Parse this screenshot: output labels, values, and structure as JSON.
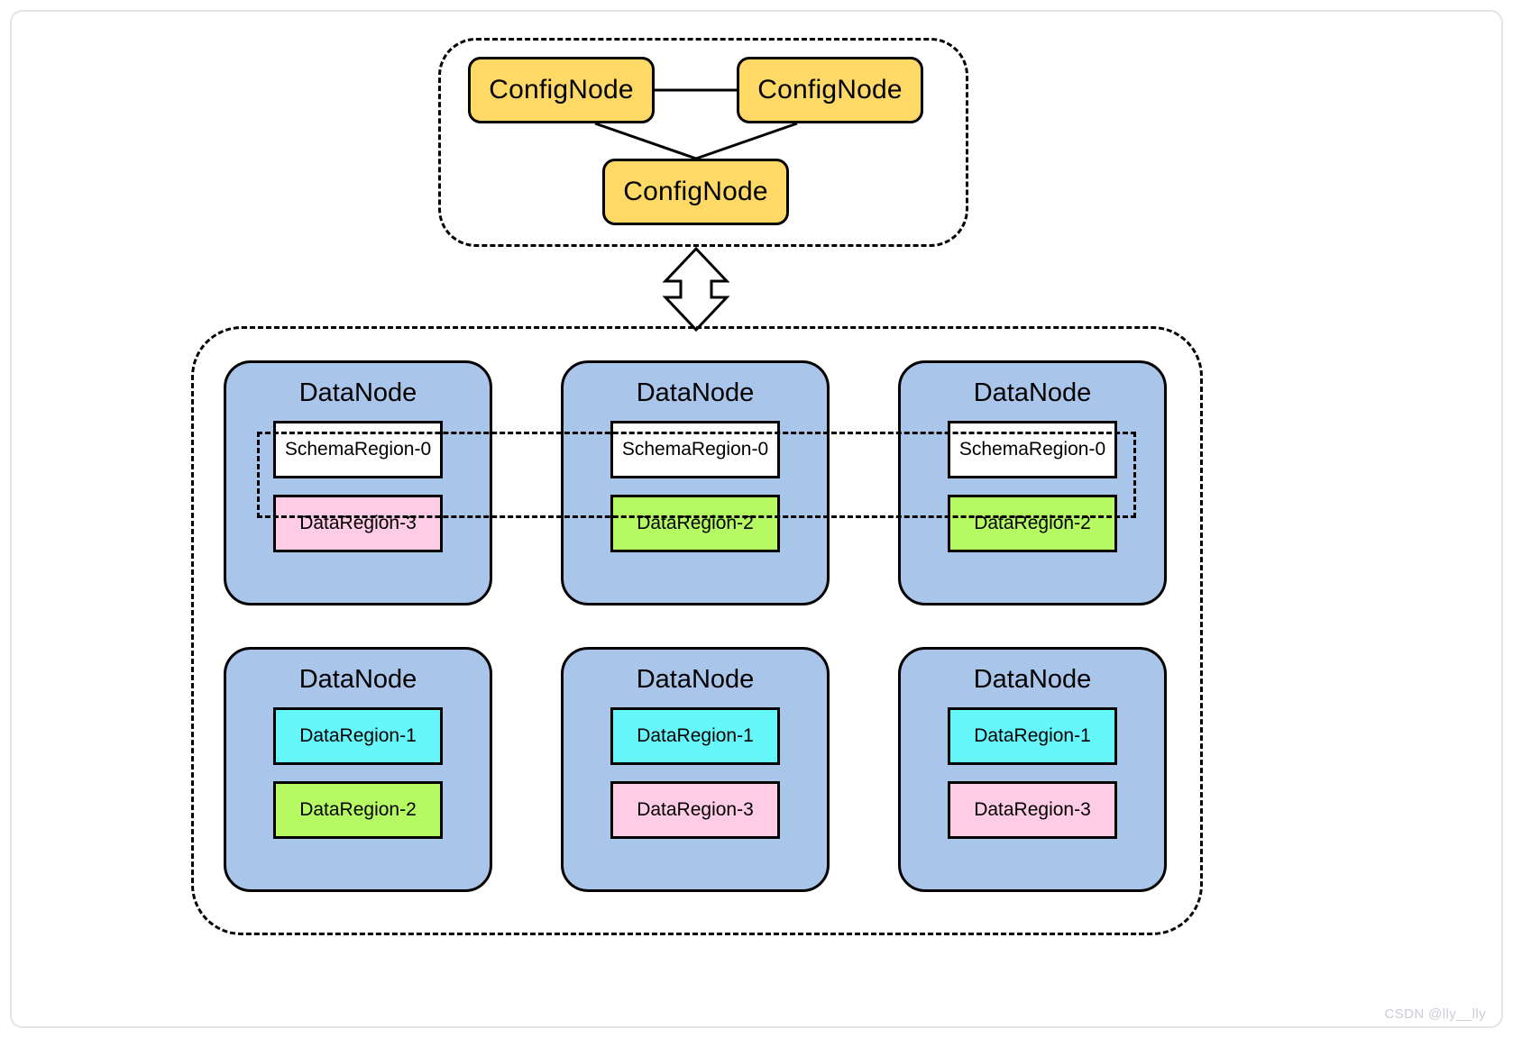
{
  "diagram": {
    "title": "Apache IoTDB cluster architecture",
    "colors": {
      "confignode_fill": "#ffd966",
      "datanode_fill": "#aac5ea",
      "schemaregion_fill": "#ffffff",
      "dataregion_pink": "#ffcce6",
      "dataregion_green": "#b6fa63",
      "dataregion_cyan": "#66f7fb",
      "stroke": "#000000",
      "frame": "#e2e4e8",
      "watermark": "#c9ccd4"
    }
  },
  "confignode_cluster": {
    "nodes": [
      {
        "label": "ConfigNode"
      },
      {
        "label": "ConfigNode"
      },
      {
        "label": "ConfigNode"
      }
    ]
  },
  "connector": {
    "arrow_name": "bidirectional-block-arrow"
  },
  "datanode_cluster": {
    "schema_band_name": "schema-region-group",
    "rows": [
      {
        "cards": [
          {
            "title": "DataNode",
            "regions": [
              {
                "label": "SchemaRegion-0",
                "kind": "schema"
              },
              {
                "label": "DataRegion-3",
                "kind": "pink"
              }
            ]
          },
          {
            "title": "DataNode",
            "regions": [
              {
                "label": "SchemaRegion-0",
                "kind": "schema"
              },
              {
                "label": "DataRegion-2",
                "kind": "green"
              }
            ]
          },
          {
            "title": "DataNode",
            "regions": [
              {
                "label": "SchemaRegion-0",
                "kind": "schema"
              },
              {
                "label": "DataRegion-2",
                "kind": "green"
              }
            ]
          }
        ]
      },
      {
        "cards": [
          {
            "title": "DataNode",
            "regions": [
              {
                "label": "DataRegion-1",
                "kind": "cyan"
              },
              {
                "label": "DataRegion-2",
                "kind": "green"
              }
            ]
          },
          {
            "title": "DataNode",
            "regions": [
              {
                "label": "DataRegion-1",
                "kind": "cyan"
              },
              {
                "label": "DataRegion-3",
                "kind": "pink"
              }
            ]
          },
          {
            "title": "DataNode",
            "regions": [
              {
                "label": "DataRegion-1",
                "kind": "cyan"
              },
              {
                "label": "DataRegion-3",
                "kind": "pink"
              }
            ]
          }
        ]
      }
    ]
  },
  "watermark": {
    "text": "CSDN @lly__lly"
  }
}
